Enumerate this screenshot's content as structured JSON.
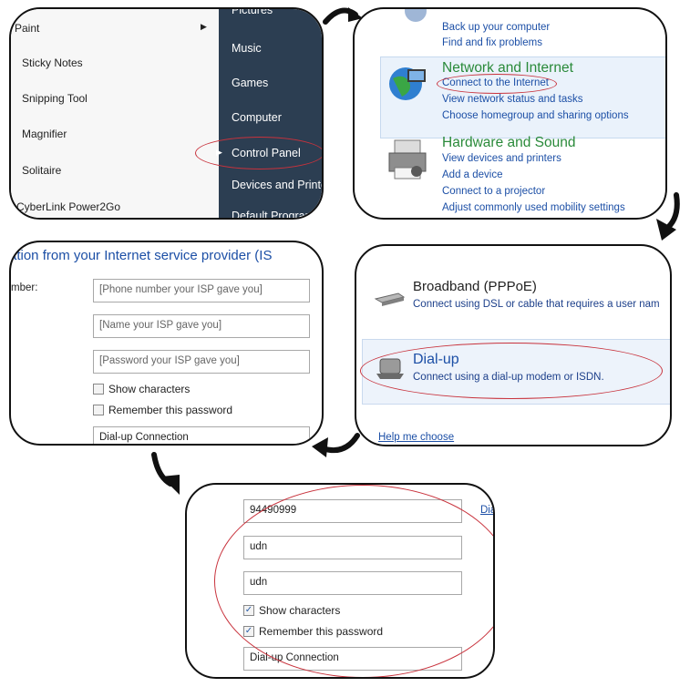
{
  "start_menu": {
    "left_items": [
      "Paint",
      "Sticky Notes",
      "Snipping Tool",
      "Magnifier",
      "Solitaire",
      "CyberLink Power2Go"
    ],
    "right_items": [
      "Pictures",
      "Music",
      "Games",
      "Computer",
      "Control Panel",
      "Devices and Printers",
      "Default Programs"
    ]
  },
  "control_panel": {
    "system_links": [
      "Back up your computer",
      "Find and fix problems"
    ],
    "network": {
      "title": "Network and Internet",
      "links": [
        "Connect to the Internet",
        "View network status and tasks",
        "Choose homegroup and sharing options"
      ]
    },
    "hardware": {
      "title": "Hardware and Sound",
      "links": [
        "View devices and printers",
        "Add a device",
        "Connect to a projector",
        "Adjust commonly used mobility settings"
      ]
    }
  },
  "isp_form": {
    "heading": "ation from your Internet service provider (IS",
    "number_label": "mber:",
    "phone_placeholder": "[Phone number your ISP gave you]",
    "name_placeholder": "[Name your ISP gave you]",
    "password_placeholder": "[Password your ISP gave you]",
    "show_characters": "Show characters",
    "remember_password": "Remember this password",
    "connection_name": "Dial-up Connection"
  },
  "connection_type": {
    "broadband": {
      "title": "Broadband (PPPoE)",
      "desc": "Connect using DSL or cable that requires a user nam"
    },
    "dialup": {
      "title": "Dial-up",
      "desc": "Connect using a dial-up modem or ISDN."
    },
    "help_link": "Help me choose"
  },
  "filled_form": {
    "phone": "94490999",
    "username": "udn",
    "password": "udn",
    "show_characters": "Show characters",
    "remember_password": "Remember this password",
    "connection_name": "Dial-up Connection",
    "side_link": "Dia",
    "checked_mark": "✓"
  },
  "colors": {
    "annotation": "#c8323c",
    "link": "#1c4fa6",
    "category_title": "#2a8a3a",
    "start_menu_dark": "#2c3e52"
  }
}
